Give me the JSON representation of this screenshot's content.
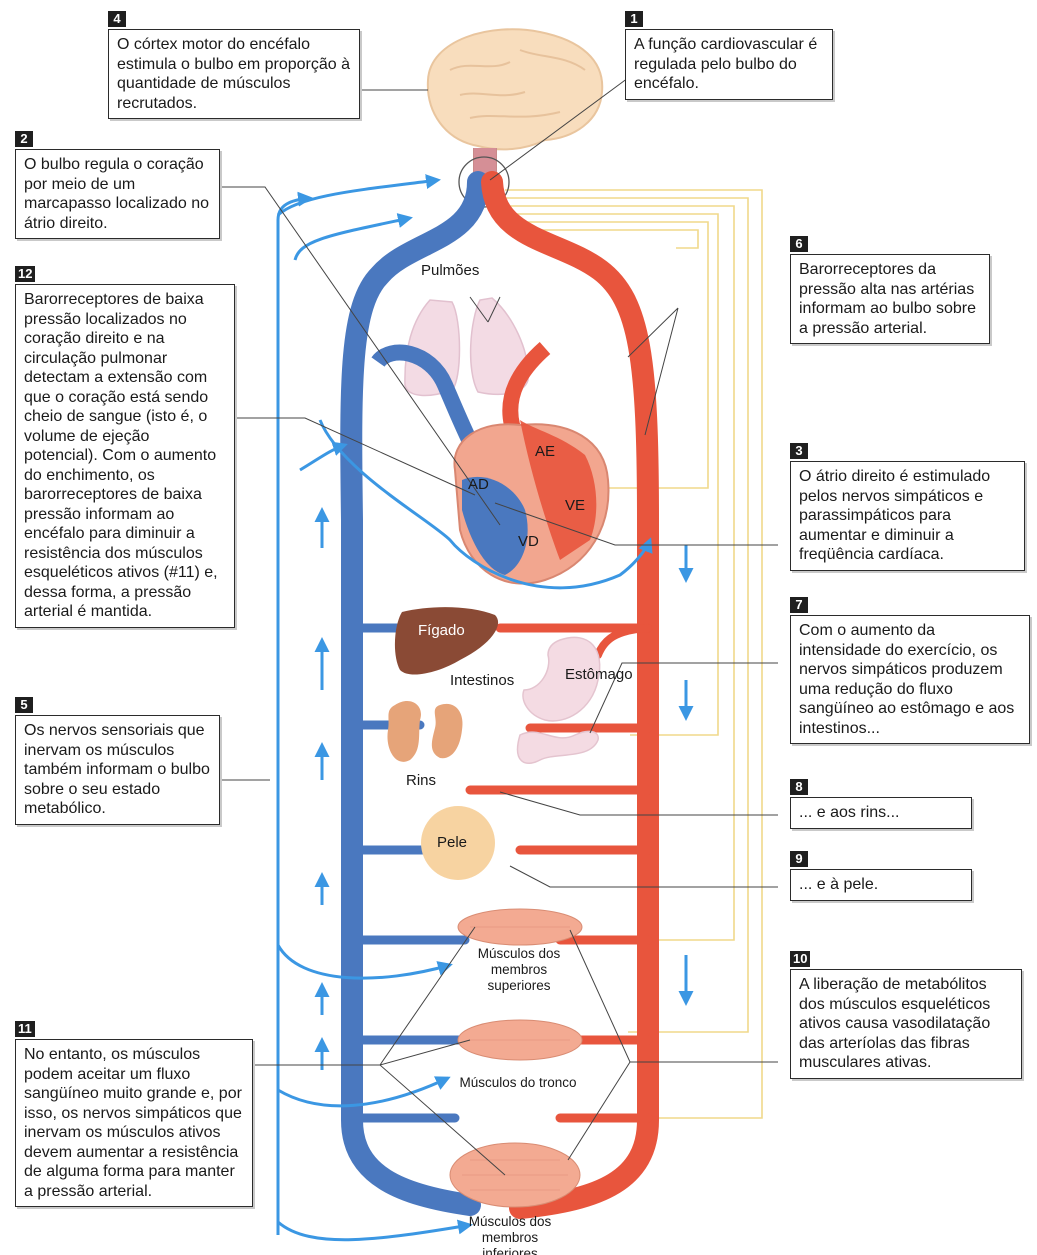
{
  "colors": {
    "vein": "#4a78bf",
    "artery": "#e8553d",
    "nerve": "#f0d98a",
    "sensory_arrow": "#3b97e3",
    "lung": "#f3dbe4",
    "liver": "#8a4a35",
    "kidney": "#e6a479",
    "skin": "#f7d3a1",
    "muscle": "#f3aa92",
    "brain": "#f8ddbd",
    "heart": "#f2a68f"
  },
  "labels": {
    "lungs": "Pulmões",
    "ae": "AE",
    "ad": "AD",
    "ve": "VE",
    "vd": "VD",
    "liver": "Fígado",
    "stomach": "Estômago",
    "intestines": "Intestinos",
    "kidneys": "Rins",
    "skin": "Pele",
    "upper_limbs": "Músculos dos membros superiores",
    "trunk": "Músculos do tronco",
    "lower_limbs": "Músculos dos membros inferiores"
  },
  "callouts": [
    {
      "num": "4",
      "text": "O córtex motor do encéfalo estimula o bulbo em proporção à quantidade de músculos recrutados."
    },
    {
      "num": "1",
      "text": "A função cardiovascular é regulada pelo bulbo do encéfalo."
    },
    {
      "num": "2",
      "text": "O bulbo regula o coração por meio de um marcapasso localizado no átrio direito."
    },
    {
      "num": "12",
      "text": "Barorreceptores de baixa pressão localizados no coração direito e na circulação pulmonar detectam a extensão com que o coração está sendo cheio de sangue (isto é, o volume de ejeção potencial). Com o aumento do enchimento, os barorreceptores de baixa pressão informam ao encéfalo para diminuir a resistência dos músculos esqueléticos ativos (#11) e, dessa forma, a pressão arterial é mantida."
    },
    {
      "num": "6",
      "text": "Barorreceptores da pressão alta nas artérias informam ao bulbo sobre a pressão arterial."
    },
    {
      "num": "3",
      "text": "O átrio direito é estimulado pelos nervos simpáticos e parassimpáticos para aumentar e diminuir a freqüência cardíaca."
    },
    {
      "num": "7",
      "text": "Com o aumento da intensidade do exercício, os nervos simpáticos produzem uma redução do fluxo sangüíneo ao estômago e aos intestinos..."
    },
    {
      "num": "5",
      "text": "Os nervos sensoriais que inervam os músculos também informam o bulbo sobre o seu estado metabólico."
    },
    {
      "num": "8",
      "text": "... e aos rins..."
    },
    {
      "num": "9",
      "text": "... e à pele."
    },
    {
      "num": "10",
      "text": "A liberação de metabólitos dos músculos esqueléticos ativos causa vasodilatação das arteríolas das fibras musculares ativas."
    },
    {
      "num": "11",
      "text": "No entanto, os músculos podem aceitar um fluxo sangüíneo muito grande e, por isso, os nervos simpáticos que inervam os músculos ativos devem aumentar a resistência de alguma forma para manter a pressão arterial."
    }
  ]
}
